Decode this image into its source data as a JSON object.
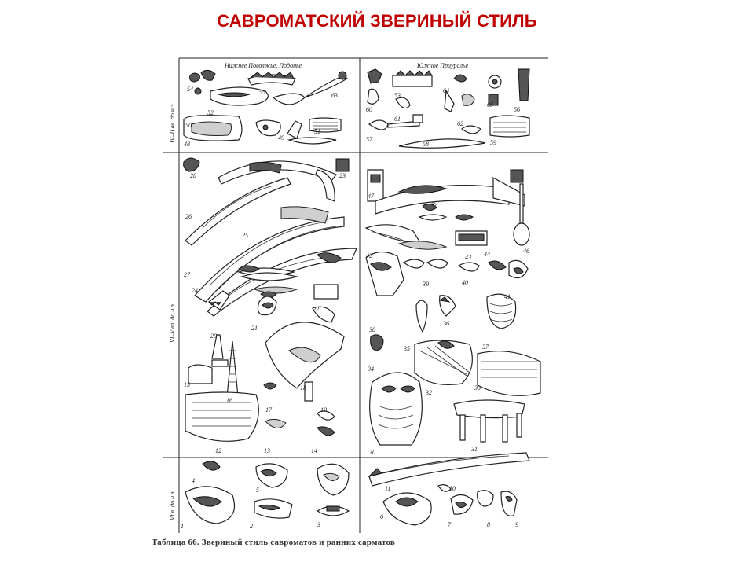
{
  "title": "САВРОМАТСКИЙ ЗВЕРИНЫЙ СТИЛЬ",
  "plate": {
    "header_left": "Нижнее Поволжье, Подонье",
    "header_right": "Южное Приуралье",
    "periods": [
      "IV–II вв. до н.э.",
      "VI–V вв. до н.э.",
      "VI в. до н.э."
    ],
    "numbers": [
      "54",
      "55",
      "63",
      "52",
      "50",
      "49",
      "51",
      "48",
      "60",
      "61",
      "62",
      "57",
      "58",
      "59",
      "53",
      "64",
      "65",
      "56",
      "28",
      "23",
      "26",
      "25",
      "27",
      "24",
      "22",
      "21",
      "20",
      "15",
      "16",
      "17",
      "18",
      "19",
      "12",
      "13",
      "14",
      "47",
      "46",
      "45",
      "42",
      "43",
      "44",
      "38",
      "39",
      "40",
      "41",
      "36",
      "35",
      "37",
      "34",
      "32",
      "33",
      "30",
      "31",
      "4",
      "5",
      "3",
      "1",
      "2",
      "11",
      "10",
      "6",
      "7",
      "8",
      "9"
    ],
    "caption": "Таблица 66. Звериный стиль савроматов и ранних сарматов"
  }
}
